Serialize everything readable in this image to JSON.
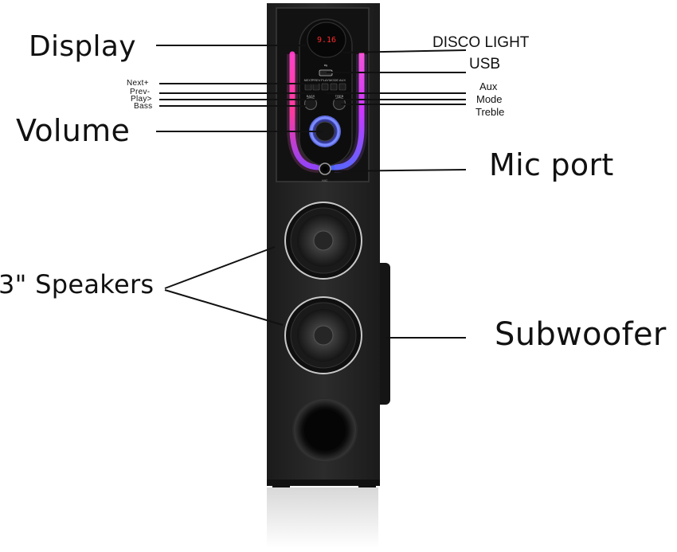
{
  "callouts": {
    "display": "Display",
    "disco_light": "DISCO LIGHT",
    "usb": "USB",
    "next": "Next+",
    "prev": "Prev-",
    "play": "Play>",
    "bass": "Bass",
    "aux": "Aux",
    "mode": "Mode",
    "treble": "Treble",
    "volume": "Volume",
    "mic_port": "Mic port",
    "speakers": "3\" Speakers",
    "subwoofer": "Subwoofer"
  },
  "device": {
    "display_readout": "9.16",
    "panel_buttons": [
      "NEXT",
      "PREV",
      "PLAY",
      "MODE",
      "AUX"
    ],
    "knob_labels": [
      "BASS",
      "TREB"
    ],
    "mic_label": "MIC"
  },
  "colors": {
    "cabinet": "#232323",
    "glow_pink": "#ff2fa8",
    "glow_blue": "#3b5bff",
    "display_red": "#ff2a2a"
  }
}
